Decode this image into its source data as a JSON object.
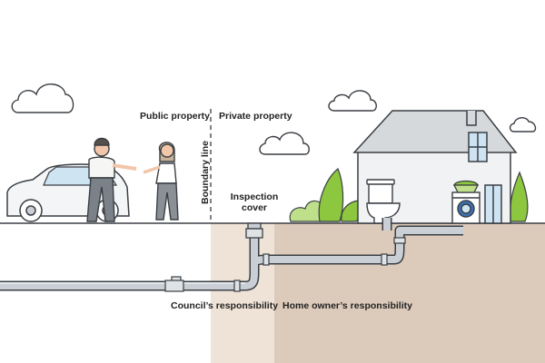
{
  "labels": {
    "public_property": "Public property",
    "private_property": "Private property",
    "boundary_line": "Boundary line",
    "inspection_cover_line1": "Inspection",
    "inspection_cover_line2": "cover",
    "councils_responsibility": "Council’s responsibility",
    "home_owners_responsibility": "Home owner’s responsibility"
  },
  "colors": {
    "ground_public": "#efe3d7",
    "ground_private": "#dccbbb",
    "pipe": "#c9cfd4",
    "outline": "#3a3f44",
    "house_wall": "#f1f2f3",
    "roof": "#d6d9dc",
    "shrub": "#8dc63f",
    "car": "#f4f5f6",
    "window_blue": "#cfe4f3"
  },
  "icons": [
    "cloud-icon",
    "car-icon",
    "person-icon",
    "house-icon",
    "toilet-icon",
    "washing-machine-icon",
    "shrub-icon",
    "laundry-basket-icon"
  ]
}
